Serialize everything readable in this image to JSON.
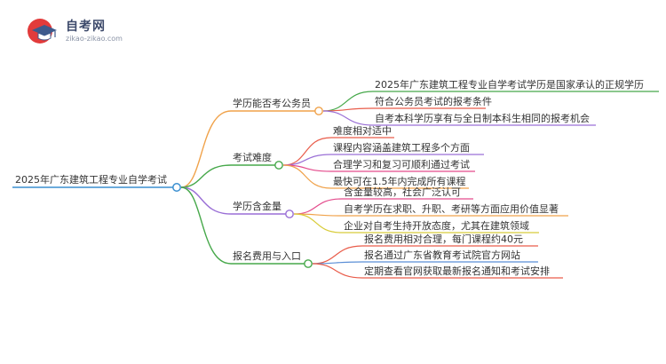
{
  "logo": {
    "title": "自考网",
    "url": "zikao-zikao.com",
    "icon": "graduation-cap-icon"
  },
  "mindmap": {
    "root": "2025年广东建筑工程专业自学考试",
    "root_color": "#3a8fd0",
    "branches": [
      {
        "label": "学历能否考公务员",
        "color": "#f0a24a",
        "leaves": [
          {
            "text": "2025年广东建筑工程专业自学考试学历是国家承认的正规学历",
            "color": "#46a84a"
          },
          {
            "text": "符合公务员考试的报考条件",
            "color": "#e95c4a"
          },
          {
            "text": "自考本科学历享有与全日制本科生相同的报考机会",
            "color": "#9a6fd6"
          }
        ]
      },
      {
        "label": "考试难度",
        "color": "#46a84a",
        "leaves": [
          {
            "text": "难度相对适中",
            "color": "#e95c4a"
          },
          {
            "text": "课程内容涵盖建筑工程多个方面",
            "color": "#9a6fd6"
          },
          {
            "text": "合理学习和复习可顺利通过考试",
            "color": "#e44b8c"
          },
          {
            "text": "最快可在1.5年内完成所有课程",
            "color": "#f0a24a"
          }
        ]
      },
      {
        "label": "学历含金量",
        "color": "#9a6fd6",
        "leaves": [
          {
            "text": "含金量较高，社会广泛认可",
            "color": "#e44b8c"
          },
          {
            "text": "自考学历在求职、升职、考研等方面应用价值显著",
            "color": "#f0a24a"
          },
          {
            "text": "企业对自考生持开放态度，尤其在建筑领域",
            "color": "#d8cc3a"
          }
        ]
      },
      {
        "label": "报名费用与入口",
        "color": "#46a84a",
        "leaves": [
          {
            "text": "报名费用相对合理，每门课程约40元",
            "color": "#e95c4a"
          },
          {
            "text": "报名通过广东省教育考试院官方网站",
            "color": "#5b8fd6"
          },
          {
            "text": "定期查看官网获取最新报名通知和考试安排",
            "color": "#e95c4a"
          }
        ]
      }
    ]
  }
}
